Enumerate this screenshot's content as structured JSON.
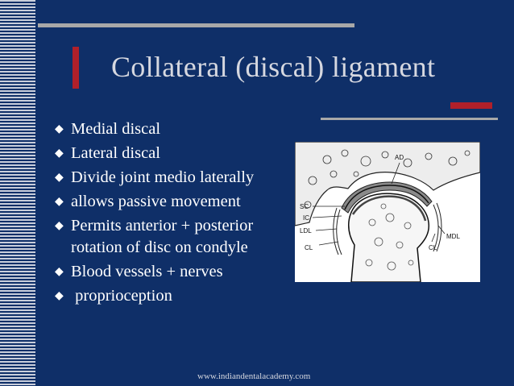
{
  "slide": {
    "title": "Collateral (discal) ligament",
    "bullets": [
      {
        "line1": "Medial discal",
        "line2": ""
      },
      {
        "line1": "Lateral discal",
        "line2": ""
      },
      {
        "line1": "Divide joint medio laterally",
        "line2": ""
      },
      {
        "line1": "allows passive movement",
        "line2": ""
      },
      {
        "line1": "Permits anterior + posterior",
        "line2": "rotation  of disc on condyle"
      },
      {
        "line1": "Blood vessels + nerves",
        "line2": ""
      },
      {
        "line1": " proprioception",
        "line2": ""
      }
    ],
    "figure": {
      "labels": {
        "ad": "AD",
        "sc": "SC",
        "ic": "IC",
        "ldl": "LDL",
        "cl_left": "CL",
        "mdl": "MDL",
        "cl_right": "CL"
      }
    },
    "footer": "www.indiandentalacademy.com"
  },
  "colors": {
    "background": "#0f2f68",
    "title": "#d6d8e0",
    "text": "#ffffff",
    "accent_red": "#b0202a",
    "bar_gray": "#a8a8a8"
  }
}
